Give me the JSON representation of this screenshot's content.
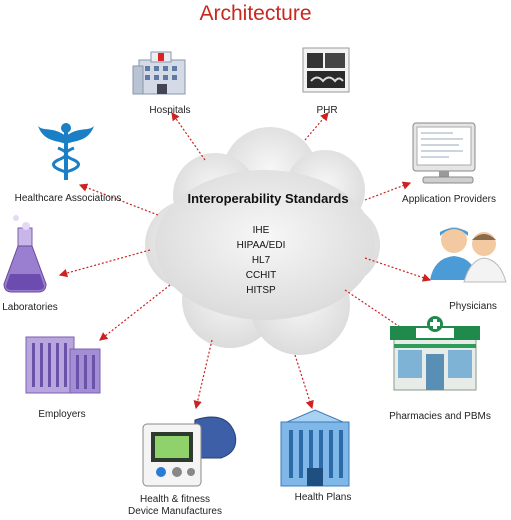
{
  "title": "Architecture",
  "center": {
    "title": "Interoperability Standards",
    "standards": [
      "IHE",
      "HIPAA/EDI",
      "HL7",
      "CCHIT",
      "HITSP"
    ]
  },
  "nodes": {
    "hospitals": "Hospitals",
    "phr": "PHR",
    "healthcare_associations": "Healthcare Associations",
    "application_providers": "Application Providers",
    "laboratories": "Laboratories",
    "physicians": "Physicians",
    "employers": "Employers",
    "pharmacies": "Pharmacies and PBMs",
    "device_line1": "Health & fitness",
    "device_line2": "Device Manufactures",
    "health_plans": "Health Plans"
  },
  "colors": {
    "title": "#c8281e",
    "arrows": "#cc2222",
    "cloud": "#e6e6e6"
  }
}
